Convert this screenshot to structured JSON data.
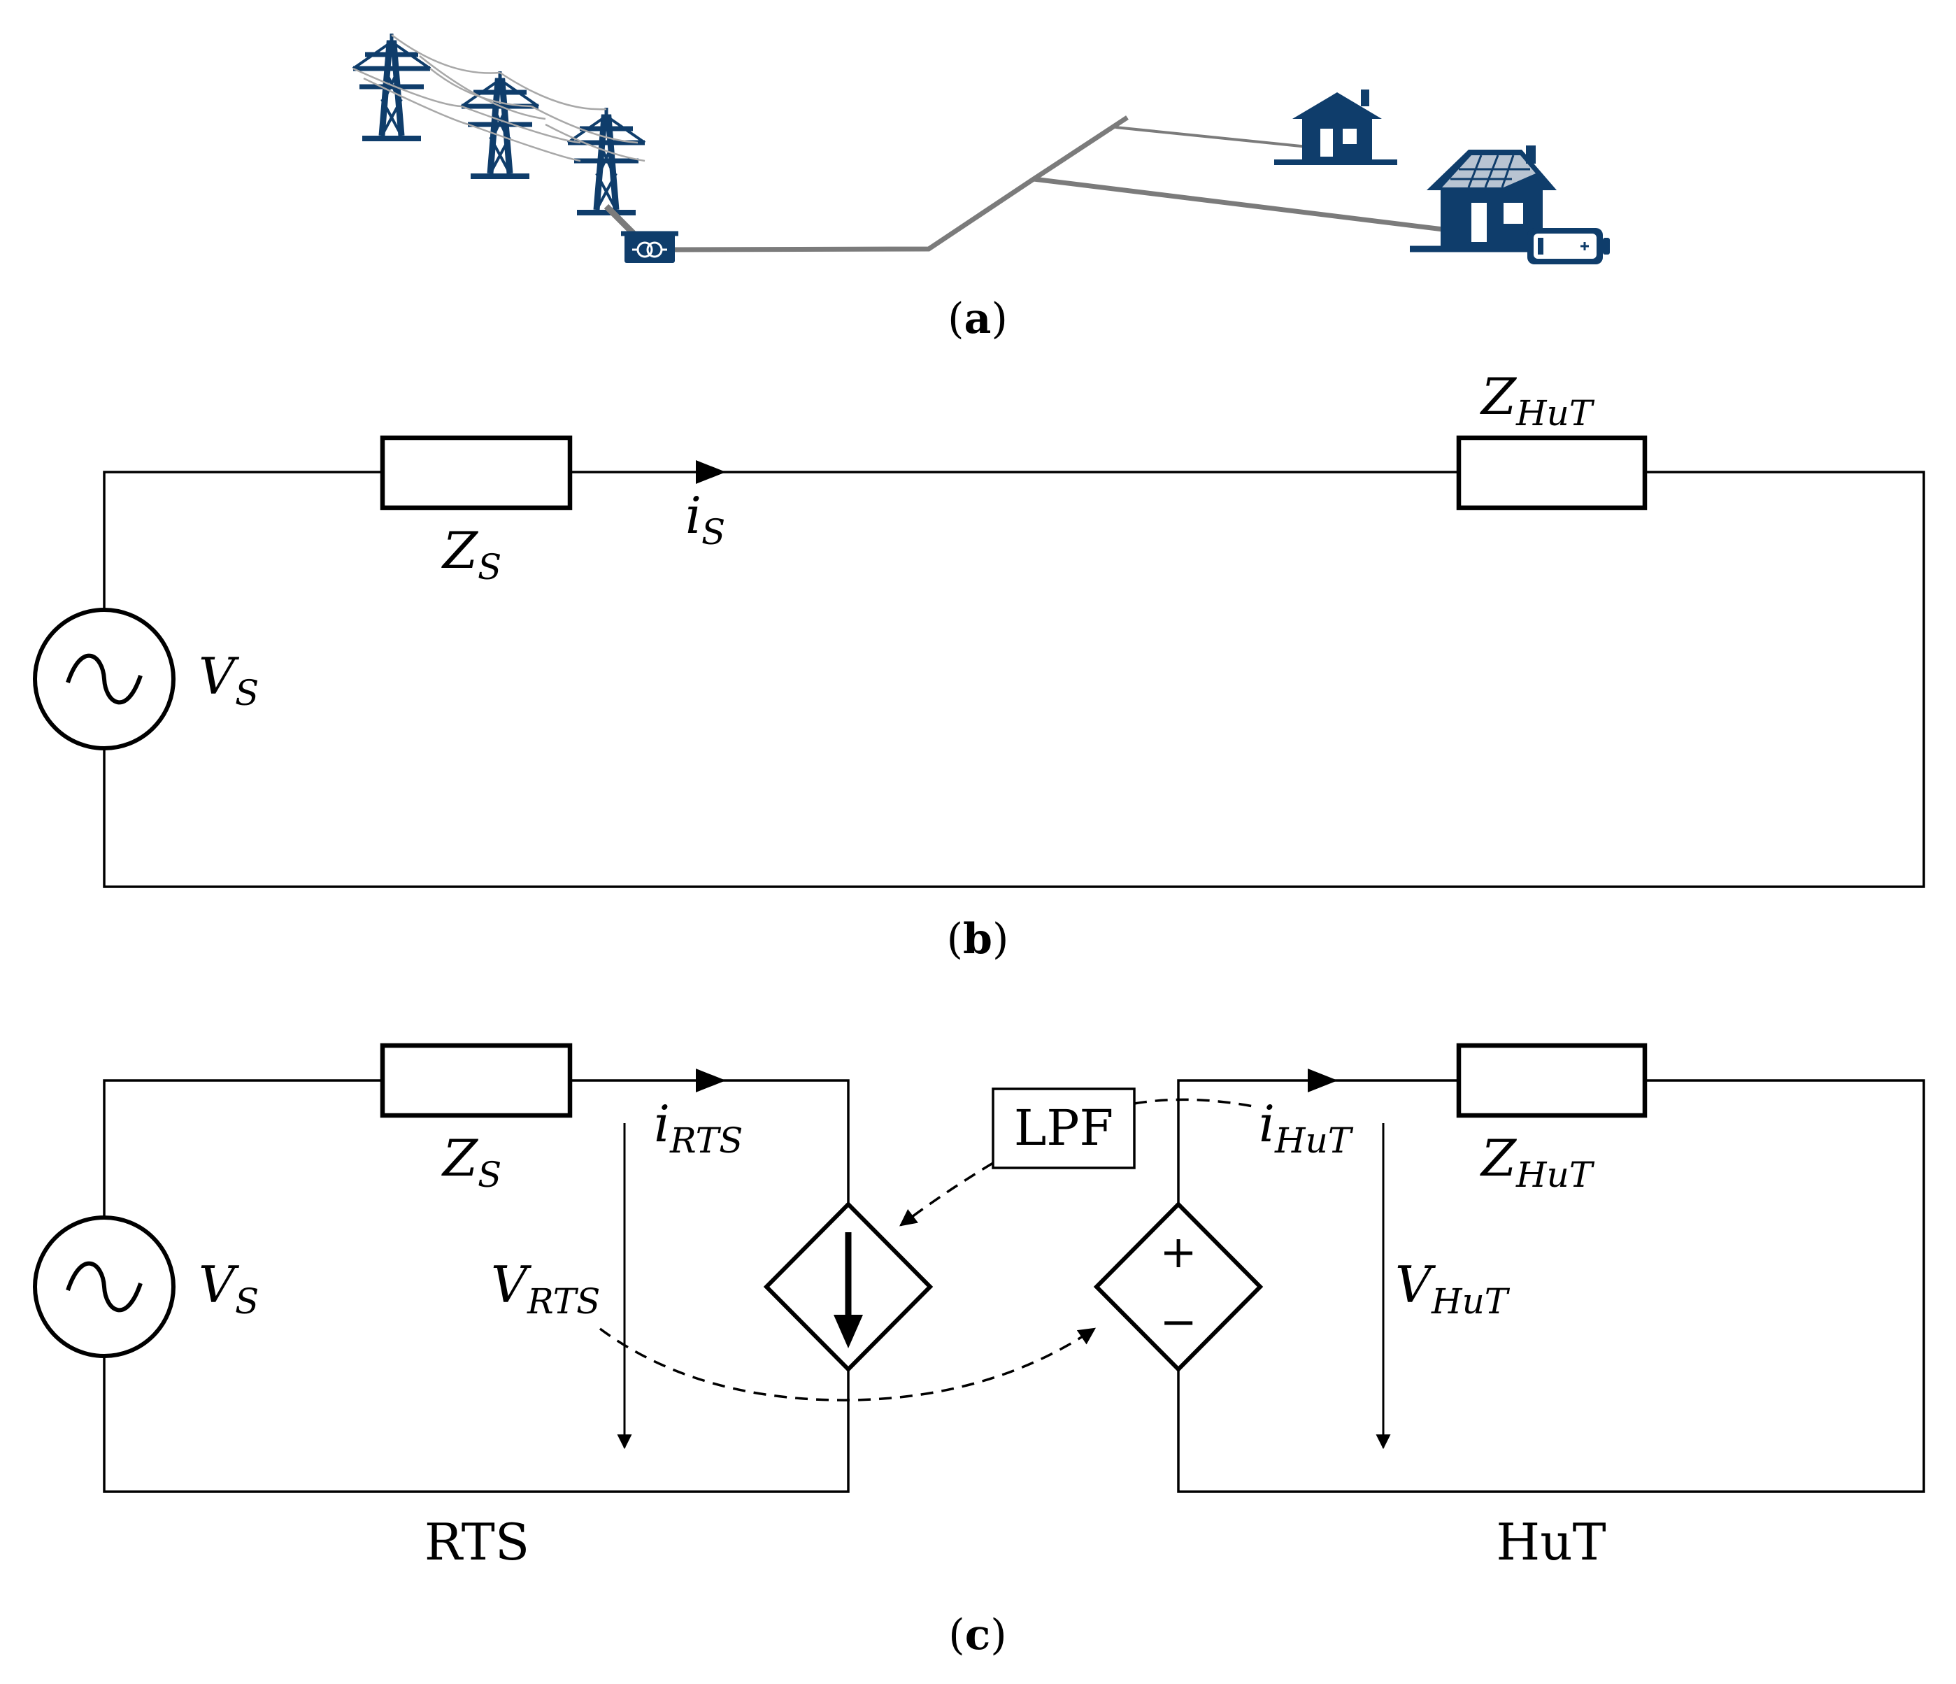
{
  "panel_a": {
    "caption_open": "(",
    "caption_letter": "a",
    "caption_close": ")"
  },
  "panel_b": {
    "caption_open": "(",
    "caption_letter": "b",
    "caption_close": ")",
    "zs": {
      "main": "Z",
      "sub": "S"
    },
    "is": {
      "main": "i",
      "sub": "S"
    },
    "zhut": {
      "main": "Z",
      "sub": "HuT"
    },
    "vs": {
      "main": "V",
      "sub": "S"
    }
  },
  "panel_c": {
    "caption_open": "(",
    "caption_letter": "c",
    "caption_close": ")",
    "zs": {
      "main": "Z",
      "sub": "S"
    },
    "irts": {
      "main": "i",
      "sub": "RTS"
    },
    "vs": {
      "main": "V",
      "sub": "S"
    },
    "vrts": {
      "main": "V",
      "sub": "RTS"
    },
    "lpf": "LPF",
    "ihut": {
      "main": "i",
      "sub": "HuT"
    },
    "zhut": {
      "main": "Z",
      "sub": "HuT"
    },
    "vhut": {
      "main": "V",
      "sub": "HuT"
    },
    "plus": "+",
    "minus": "−",
    "rts_label": "RTS",
    "hut_label": "HuT"
  },
  "colors": {
    "navy": "#0f3d6b",
    "grid_gray": "#7b7b7b",
    "wire": "#000000"
  },
  "icons": [
    "transmission-tower-icon",
    "transformer-icon",
    "house-icon",
    "solar-house-icon",
    "battery-icon"
  ]
}
